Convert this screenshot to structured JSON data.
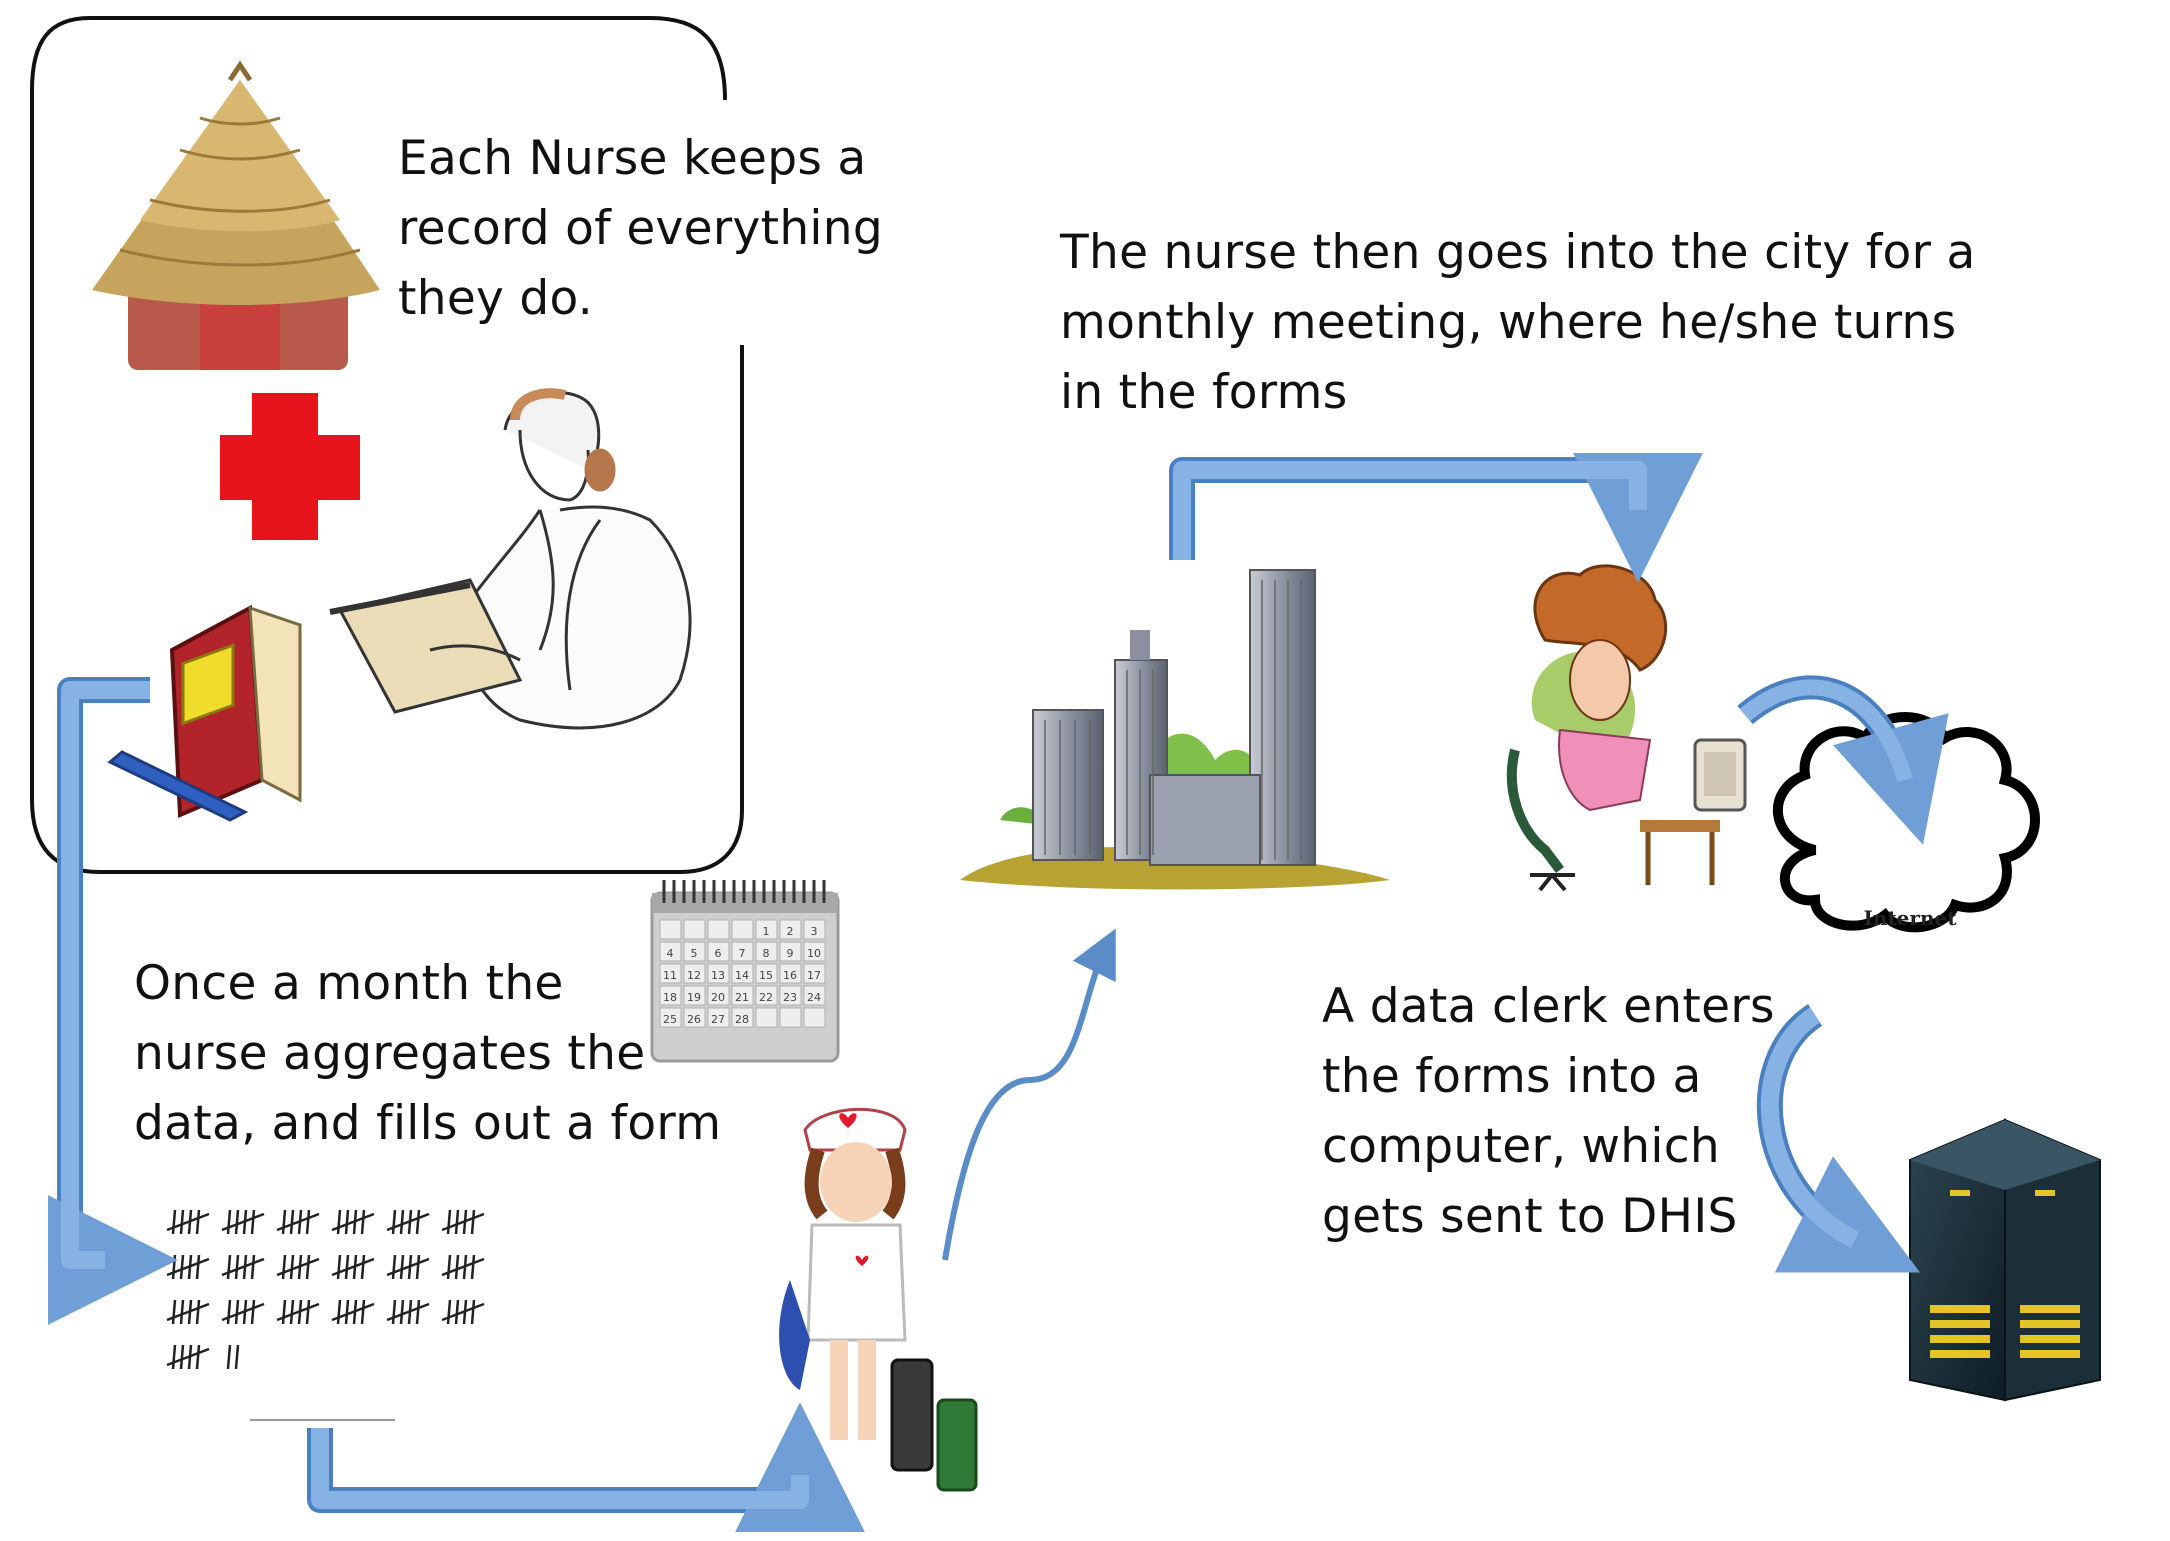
{
  "steps": {
    "record": {
      "lines": [
        "Each Nurse keeps a",
        "record of everything",
        "they do."
      ]
    },
    "city": {
      "lines": [
        "The nurse then goes into the city for a",
        "monthly meeting, where he/she turns",
        "in the forms"
      ]
    },
    "aggregate": {
      "lines": [
        "Once a month the",
        "nurse aggregates the",
        "data, and fills out a form"
      ]
    },
    "clerk": {
      "lines": [
        "A data clerk enters",
        "the forms into a",
        "computer, which",
        "gets sent to DHIS"
      ]
    }
  },
  "cloud": {
    "label": "Internet"
  },
  "calendar": {
    "days": [
      "1",
      "2",
      "3",
      "4",
      "5",
      "6",
      "7",
      "8",
      "9",
      "10",
      "11",
      "12",
      "13",
      "14",
      "15",
      "16",
      "17",
      "18",
      "19",
      "20",
      "21",
      "22",
      "23",
      "24",
      "25",
      "26",
      "27",
      "28"
    ]
  },
  "colors": {
    "arrow": "#7aa8dc",
    "arrow_edge": "#4a7fc0",
    "cross": "#e8141c",
    "box_border": "#111111"
  }
}
